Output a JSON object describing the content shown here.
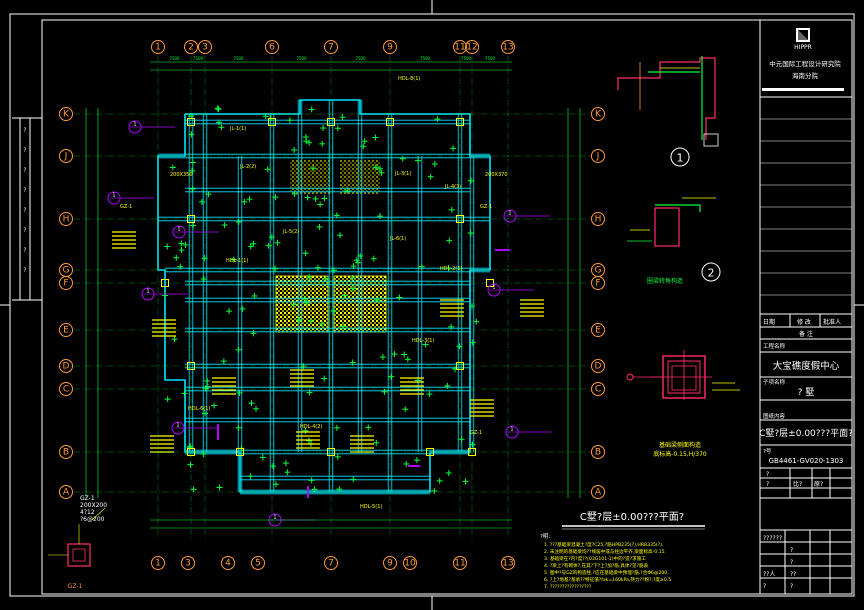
{
  "colors": {
    "background": "#000000",
    "frame": "#ffffff",
    "grid_axis": "#ff9a3c",
    "beam": "#00e5ff",
    "rebar": "#00ff3c",
    "annotation": "#ffff00",
    "tag": "#b000ff",
    "section": "#ff2d6b"
  },
  "grid_axes": {
    "top": [
      "1",
      "2",
      "3",
      "6",
      "7",
      "9",
      "11",
      "12",
      "13"
    ],
    "bottom": [
      "1",
      "3",
      "4",
      "5",
      "7",
      "9",
      "10",
      "11",
      "13"
    ],
    "left": [
      "K",
      "J",
      "H",
      "G",
      "F",
      "E",
      "D",
      "C",
      "B",
      "A"
    ],
    "right": [
      "K",
      "J",
      "H",
      "G",
      "F",
      "E",
      "D",
      "C",
      "B",
      "A"
    ]
  },
  "title_block": {
    "logo_text": "HIPPR",
    "institute": "中元国际工程设计研究院",
    "branch": "海南分院",
    "row_date": "日期",
    "row_change": "修 改",
    "row_approve": "批准人",
    "row_remark": "备 注",
    "project_label": "工程名称",
    "project_name": "大宝礁度假中心",
    "subproject_label": "子项名称",
    "subproject_name": "? 墅",
    "drawing_label": "图纸内容",
    "drawing_title": "C墅?层±0.00???平面?",
    "number_label": "?号",
    "drawing_number": "GB4461-GV020-1303",
    "cell_a": "?",
    "cell_b": "?",
    "cell_c": "比?",
    "cell_d": "原?",
    "stamp_label": "??????",
    "cell_e": "?",
    "cell_f": "?",
    "cell_g": "??",
    "cell_h": "??人",
    "cell_i": "?",
    "cell_j": "?"
  },
  "details": {
    "d1_number": "1",
    "d2_number": "2",
    "d3_label": "基础梁侧面构造",
    "d3_sub": "底标高-0.15,H/370",
    "d2_label": "圈梁转角构造",
    "gz_label": "GZ-1",
    "gz_size": "200X200",
    "gz_bars": "4?12",
    "gz_stirrup": "?6@200"
  },
  "plan": {
    "title": "C墅?层±0.00???平面?",
    "note_header": "?明:",
    "notes": [
      "1. ???基础梁混凝土?度?C25,?筋HPB235(?),HRB335(?).",
      "2. 未注明的基础梁均??线居中或与柱边平齐,梁面标高-0.15.",
      "3. 基础梁在?内?度??(03G101-1)中的?造?求施工",
      "4. ?梁上?有砌体?,在其?下?上?加?筋,具体?见?筋表.",
      "5. 图中?号GZ的构造柱,?应在基础梁中预埋?筋,?合Φ6@200,",
      "6. ?上?地基?基承??特征值?fak=160kPa,持力??粉?,?度≥0.5.",
      "7. ?????????????????"
    ],
    "labels": [
      "GZ-1",
      "GZ-1",
      "GZ-1",
      "JL-1(1)",
      "JL-2(2)",
      "JL-3(1)",
      "JL-4(3)",
      "JL-5(2)",
      "JL-6(1)",
      "HDL-1(1)",
      "HDL-2(1)",
      "HDL-3(1)",
      "HDL-4(2)",
      "HDL-5(1)",
      "HDL-6(1)",
      "HDL-8(1)",
      "200X350",
      "200X370"
    ],
    "dim_text": "7500"
  },
  "left_strip": [
    "?",
    "?",
    "?",
    "?",
    "?",
    "?",
    "?",
    "?"
  ]
}
